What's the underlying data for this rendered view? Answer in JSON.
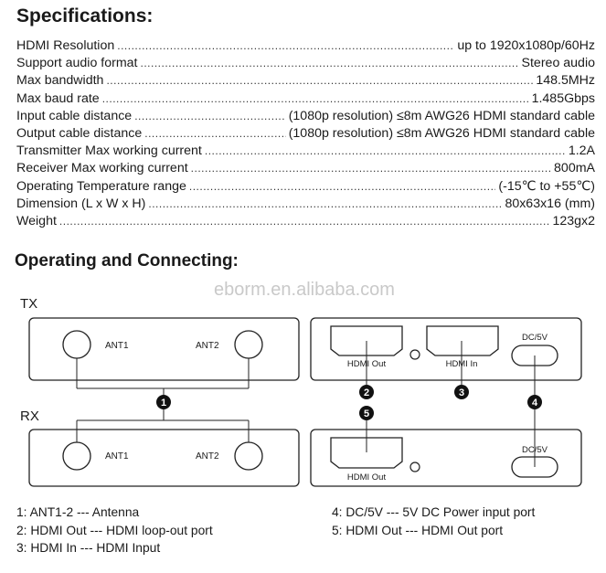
{
  "specifications": {
    "title": "Specifications:",
    "rows": [
      {
        "label": "HDMI Resolution",
        "value": "up to 1920x1080p/60Hz"
      },
      {
        "label": "Support audio format",
        "value": "Stereo audio"
      },
      {
        "label": "Max bandwidth",
        "value": "148.5MHz"
      },
      {
        "label": "Max baud rate",
        "value": "1.485Gbps"
      },
      {
        "label": "Input cable distance",
        "value": "(1080p resolution) ≤8m AWG26 HDMI standard cable"
      },
      {
        "label": "Output cable distance",
        "value": "(1080p resolution) ≤8m AWG26 HDMI standard cable"
      },
      {
        "label": "Transmitter Max working current",
        "value": "1.2A"
      },
      {
        "label": "Receiver Max working current",
        "value": "800mA"
      },
      {
        "label": "Operating Temperature range",
        "value": "(-15℃ to +55℃)"
      },
      {
        "label": "Dimension (L x W x H)",
        "value": "80x63x16 (mm)"
      },
      {
        "label": "Weight",
        "value": "123gx2"
      }
    ]
  },
  "operating": {
    "title": "Operating and Connecting:",
    "watermark": "eborm.en.alibaba.com",
    "tx_label": "TX",
    "rx_label": "RX",
    "ant1": "ANT1",
    "ant2": "ANT2",
    "hdmi_out": "HDMI Out",
    "hdmi_in": "HDMI In",
    "dc5v": "DC/5V",
    "markers": [
      "1",
      "2",
      "3",
      "4",
      "5"
    ],
    "legend_left": [
      "1: ANT1-2 --- Antenna",
      "2: HDMI Out --- HDMI loop-out port",
      "3: HDMI In --- HDMI Input"
    ],
    "legend_right": [
      "4: DC/5V --- 5V DC Power input port",
      "5: HDMI Out --- HDMI Out port"
    ]
  }
}
